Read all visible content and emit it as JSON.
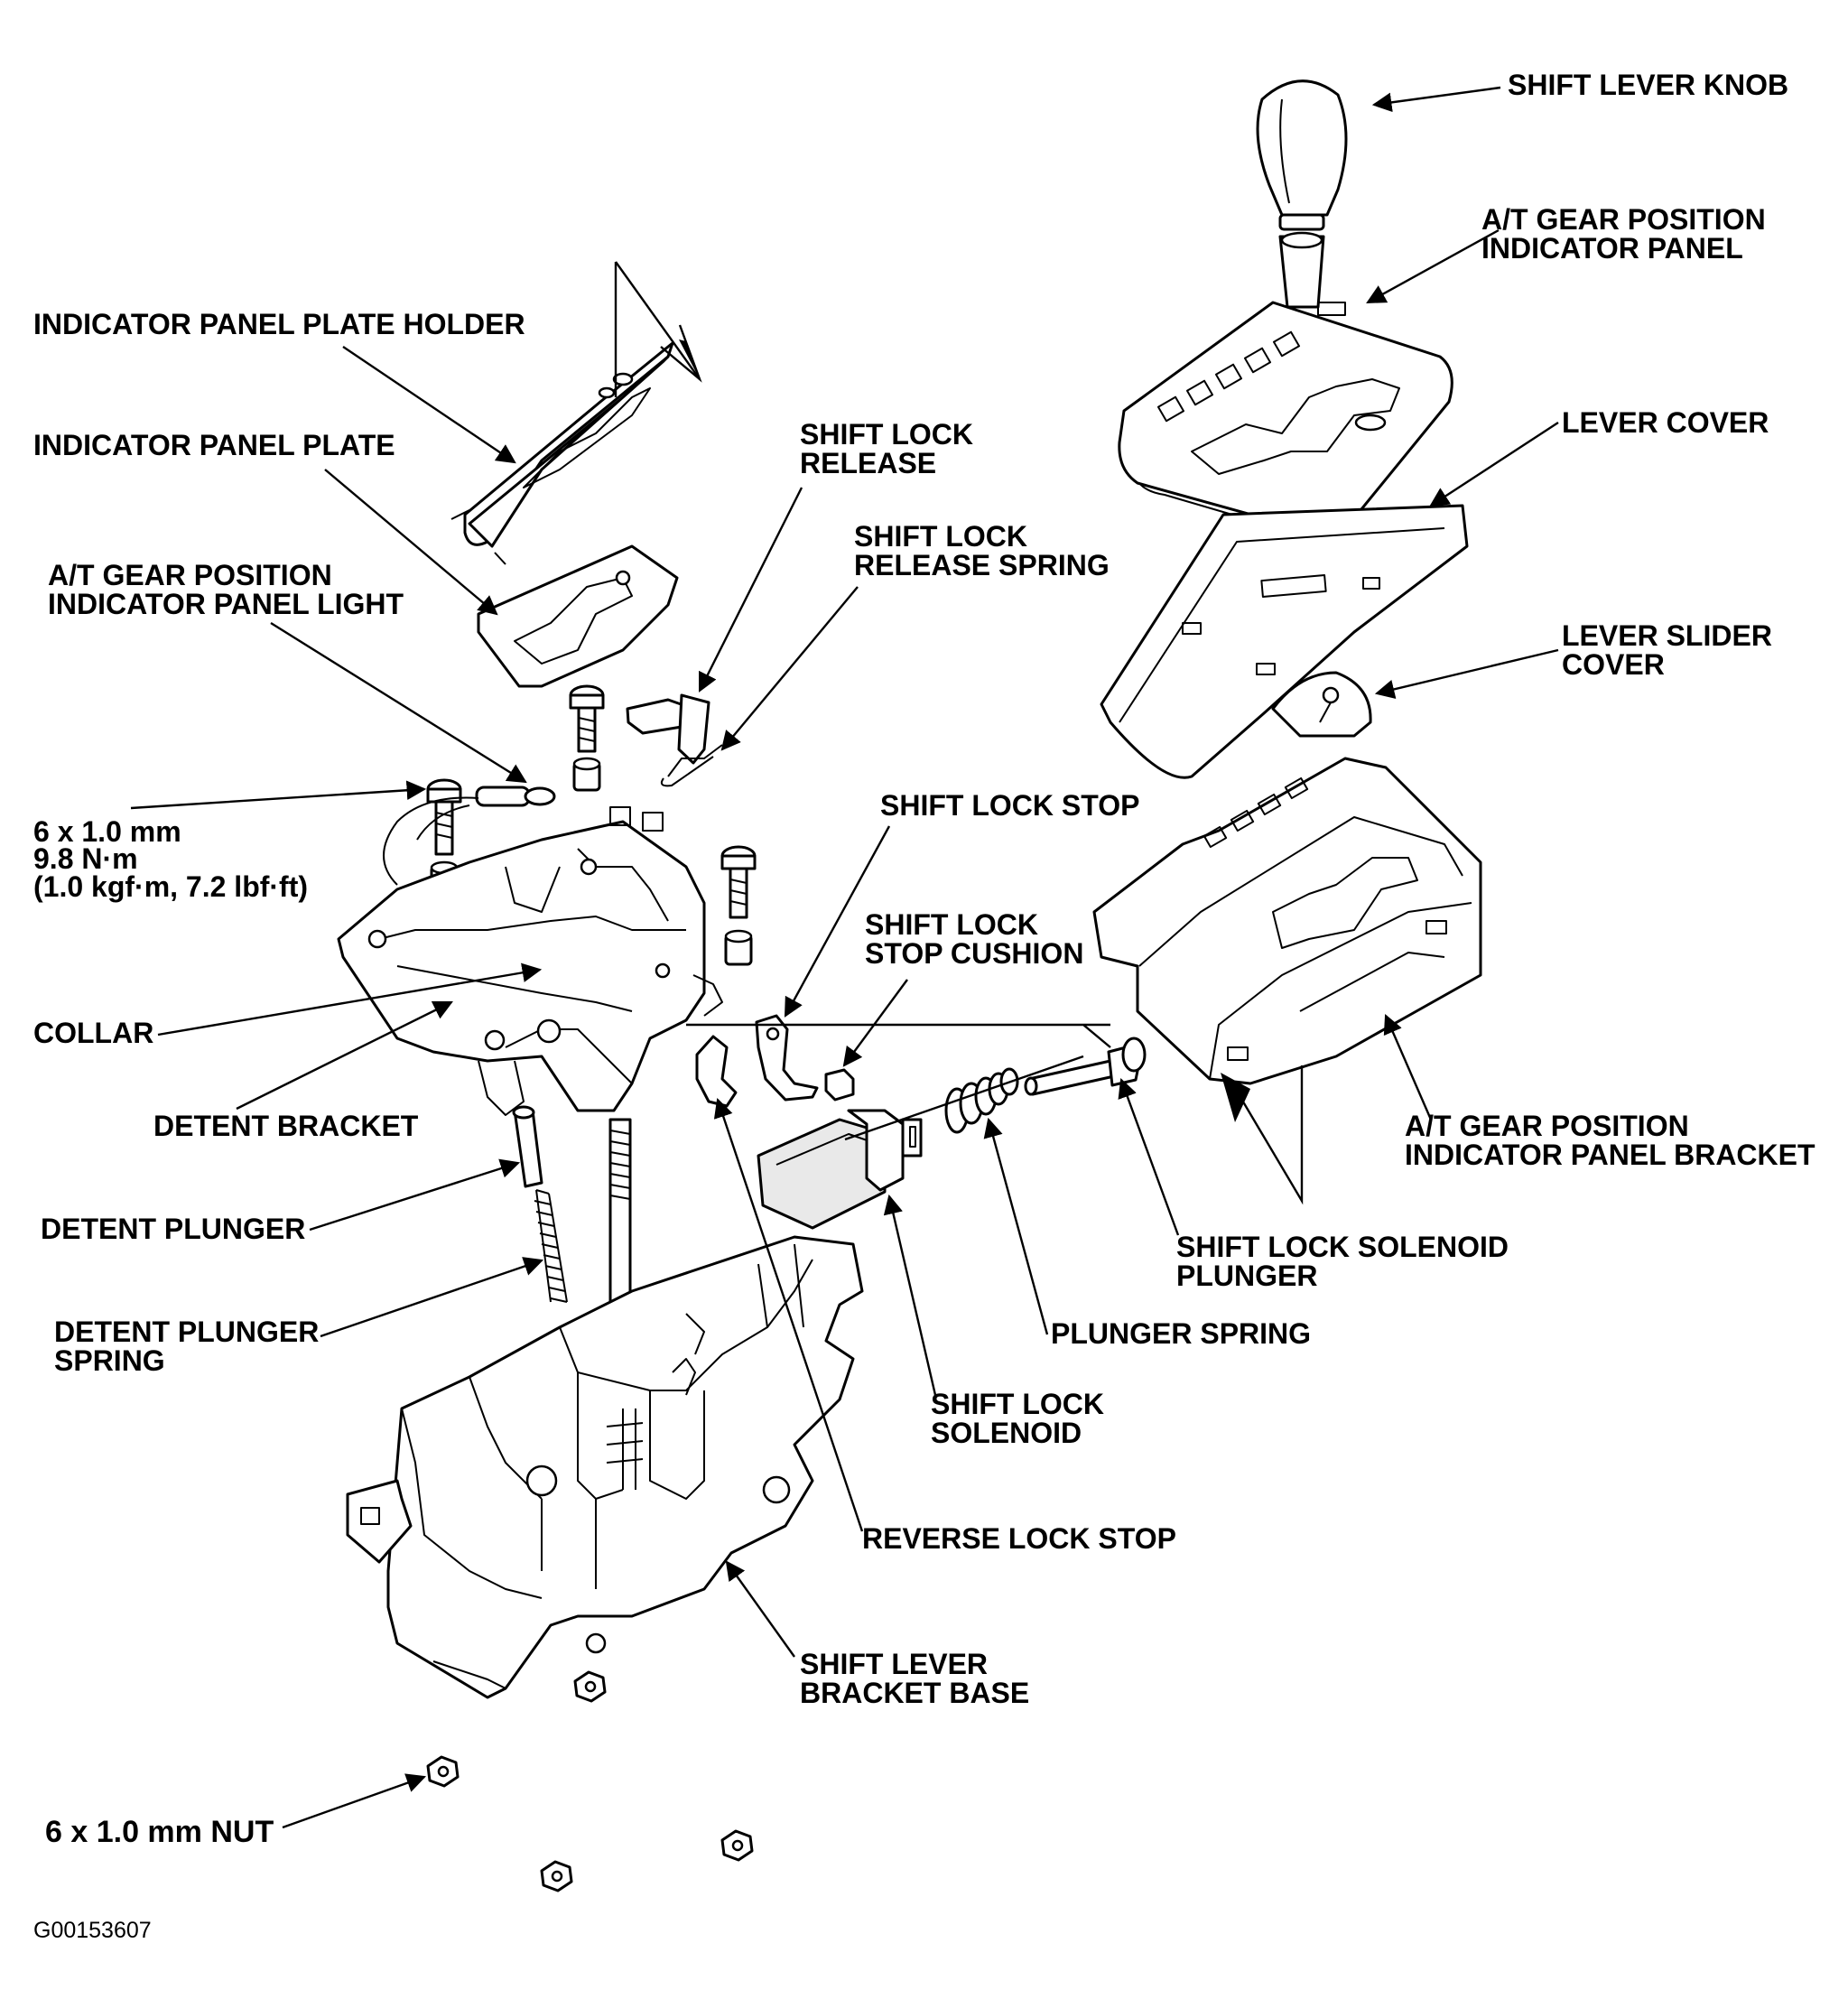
{
  "labels": {
    "shift_lever_knob": "SHIFT LEVER KNOB",
    "indicator_panel_1": "A/T GEAR POSITION",
    "indicator_panel_2": "INDICATOR PANEL",
    "lever_cover": "LEVER COVER",
    "lever_slider_cover_1": "LEVER SLIDER",
    "lever_slider_cover_2": "COVER",
    "plate_holder": "INDICATOR PANEL PLATE HOLDER",
    "panel_plate": "INDICATOR PANEL PLATE",
    "panel_light_1": "A/T GEAR POSITION",
    "panel_light_2": "INDICATOR PANEL LIGHT",
    "shift_lock_release_1": "SHIFT LOCK",
    "shift_lock_release_2": "RELEASE",
    "release_spring_1": "SHIFT LOCK",
    "release_spring_2": "RELEASE SPRING",
    "shift_lock_stop": "SHIFT LOCK STOP",
    "stop_cushion_1": "SHIFT LOCK",
    "stop_cushion_2": "STOP CUSHION",
    "bolt_spec_1": "6 x 1.0 mm",
    "bolt_spec_2": "9.8 N·m",
    "bolt_spec_3": "(1.0 kgf·m, 7.2 lbf·ft)",
    "collar": "COLLAR",
    "detent_bracket": "DETENT BRACKET",
    "detent_plunger": "DETENT PLUNGER",
    "detent_plunger_spring_1": "DETENT PLUNGER",
    "detent_plunger_spring_2": "SPRING",
    "panel_bracket_1": "A/T GEAR POSITION",
    "panel_bracket_2": "INDICATOR PANEL BRACKET",
    "solenoid_plunger_1": "SHIFT LOCK SOLENOID",
    "solenoid_plunger_2": "PLUNGER",
    "plunger_spring": "PLUNGER SPRING",
    "shift_lock_solenoid_1": "SHIFT LOCK",
    "shift_lock_solenoid_2": "SOLENOID",
    "reverse_lock_stop": "REVERSE LOCK STOP",
    "bracket_base_1": "SHIFT LEVER",
    "bracket_base_2": "BRACKET BASE",
    "nut": "6 x 1.0 mm NUT"
  },
  "figure_code": "G00153607"
}
